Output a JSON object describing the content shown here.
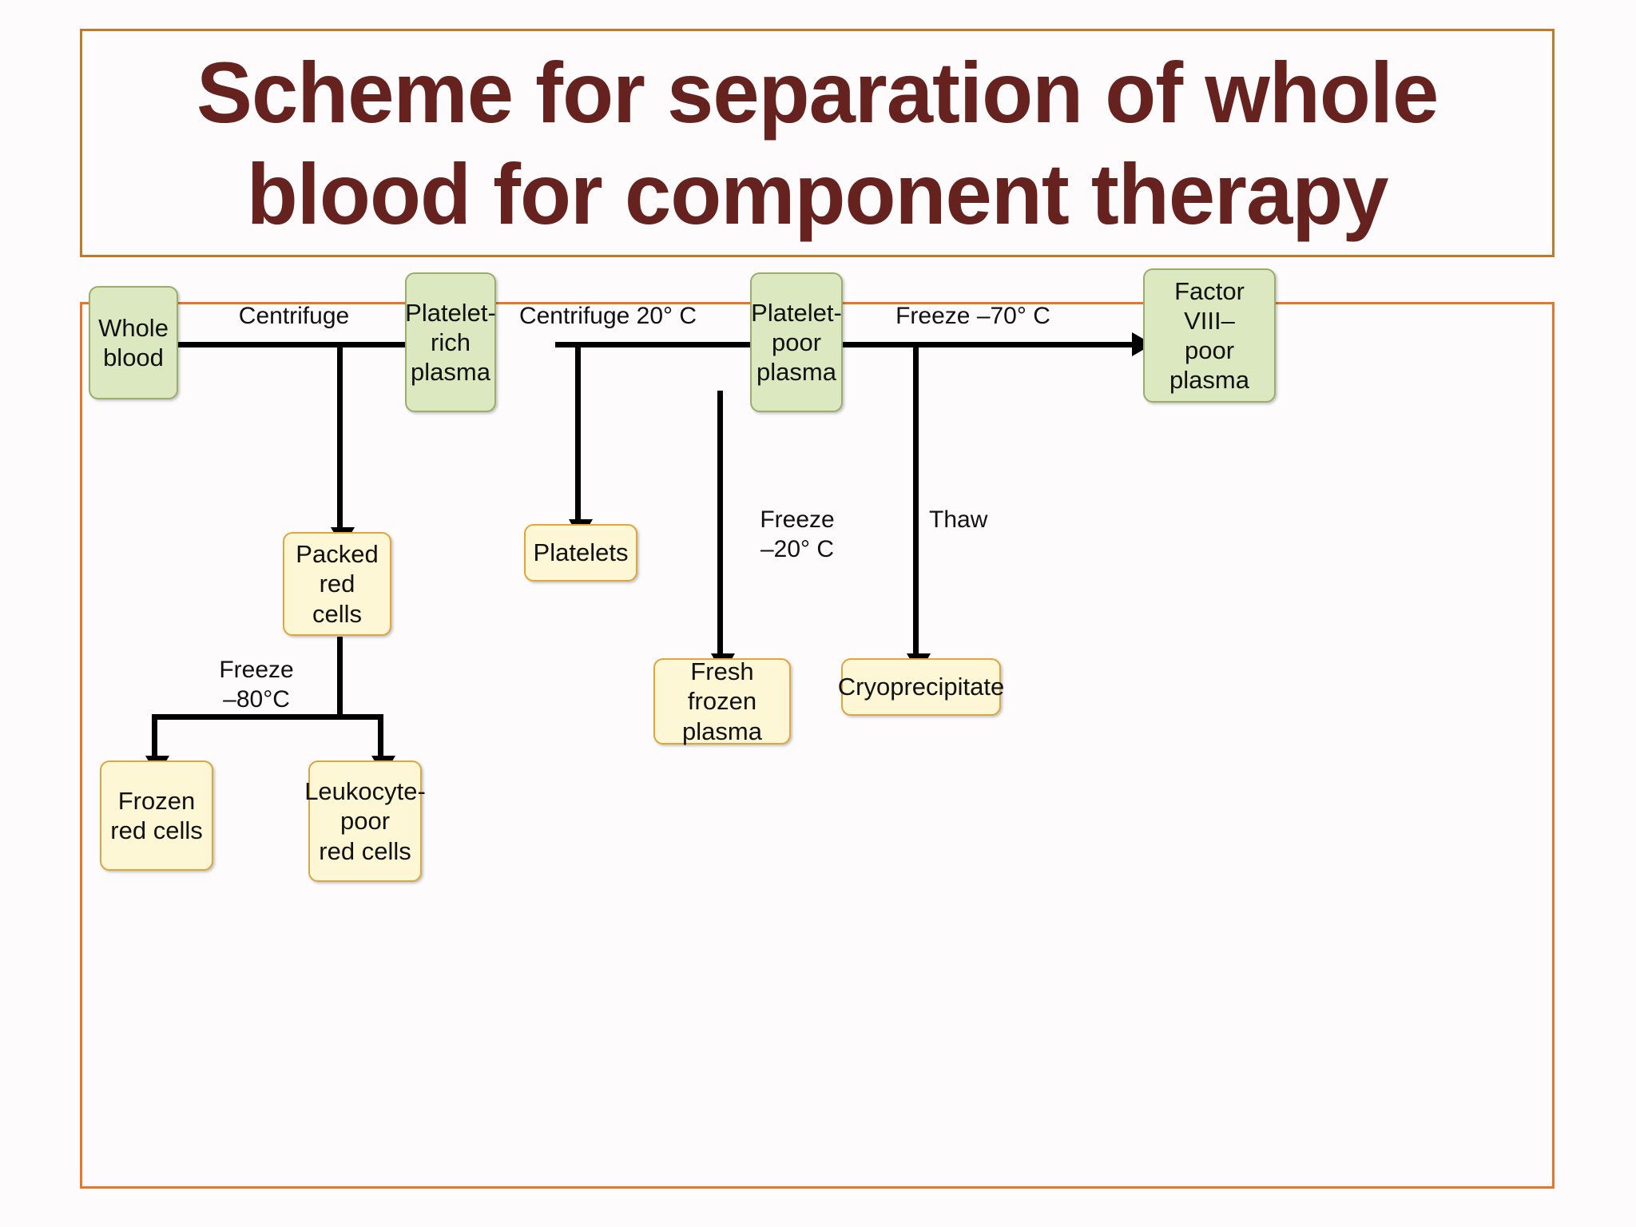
{
  "title": {
    "line1": "Scheme for separation of whole",
    "line2": "blood for component therapy",
    "full": "Scheme for separation of whole blood for component therapy",
    "color": "#66221f",
    "frame_border_color": "#c07a2a"
  },
  "diagram": {
    "frame_border_color": "#e8762a",
    "palette": {
      "green_fill": "#dce8c0",
      "green_border": "#9aad6c",
      "yellow_fill": "#fdf7d6",
      "yellow_border": "#dda63e",
      "connector": "#000000"
    },
    "nodes": [
      {
        "id": "whole-blood",
        "label": "Whole\nblood",
        "style": "green"
      },
      {
        "id": "platelet-rich-plasma",
        "label": "Platelet-\nrich\nplasma",
        "style": "green"
      },
      {
        "id": "platelet-poor-plasma",
        "label": "Platelet-\npoor\nplasma",
        "style": "green"
      },
      {
        "id": "factor-viii-poor-plasma",
        "label": "Factor VIII–\npoor\nplasma",
        "style": "green"
      },
      {
        "id": "packed-red-cells",
        "label": "Packed\nred\ncells",
        "style": "yellow"
      },
      {
        "id": "platelets",
        "label": "Platelets",
        "style": "yellow"
      },
      {
        "id": "fresh-frozen-plasma",
        "label": "Fresh frozen\nplasma",
        "style": "yellow"
      },
      {
        "id": "cryoprecipitate",
        "label": "Cryoprecipitate",
        "style": "yellow"
      },
      {
        "id": "frozen-red-cells",
        "label": "Frozen\nred cells",
        "style": "yellow"
      },
      {
        "id": "leukocyte-poor-red-cells",
        "label": "Leukocyte-\npoor\nred cells",
        "style": "yellow"
      }
    ],
    "edges": [
      {
        "id": "centrifuge",
        "label": "Centrifuge",
        "from": "whole-blood",
        "to": "platelet-rich-plasma"
      },
      {
        "id": "centrifuge-20c",
        "label": "Centrifuge 20° C",
        "from": "platelet-rich-plasma",
        "to": "platelet-poor-plasma"
      },
      {
        "id": "freeze-70c",
        "label": "Freeze –70° C",
        "from": "platelet-poor-plasma",
        "to": "factor-viii-poor-plasma"
      },
      {
        "id": "to-packed-cells",
        "label": "",
        "from": "centrifuge",
        "to": "packed-red-cells"
      },
      {
        "id": "to-platelets",
        "label": "",
        "from": "centrifuge-20c",
        "to": "platelets"
      },
      {
        "id": "freeze-20c",
        "label": "Freeze\n–20° C",
        "from": "platelet-poor-plasma",
        "to": "fresh-frozen-plasma"
      },
      {
        "id": "thaw",
        "label": "Thaw",
        "from": "freeze-70c",
        "to": "cryoprecipitate"
      },
      {
        "id": "freeze-80c",
        "label": "Freeze\n–80°C",
        "from": "packed-red-cells",
        "to": "frozen-red-cells / leukocyte-poor-red-cells"
      }
    ]
  }
}
